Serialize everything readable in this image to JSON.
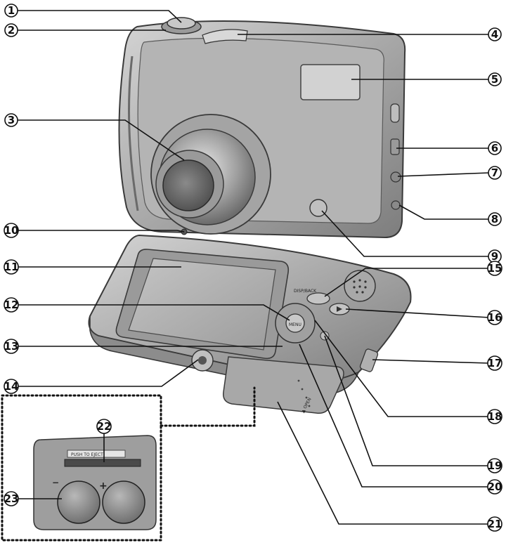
{
  "callouts": [
    {
      "id": "1",
      "label": "1"
    },
    {
      "id": "2",
      "label": "2"
    },
    {
      "id": "3",
      "label": "3"
    },
    {
      "id": "4",
      "label": "4"
    },
    {
      "id": "5",
      "label": "5"
    },
    {
      "id": "6",
      "label": "6"
    },
    {
      "id": "7",
      "label": "7"
    },
    {
      "id": "8",
      "label": "8"
    },
    {
      "id": "9",
      "label": "9"
    },
    {
      "id": "10",
      "label": "10"
    },
    {
      "id": "11",
      "label": "11"
    },
    {
      "id": "12",
      "label": "12"
    },
    {
      "id": "13",
      "label": "13"
    },
    {
      "id": "14",
      "label": "14"
    },
    {
      "id": "15",
      "label": "15"
    },
    {
      "id": "16",
      "label": "16"
    },
    {
      "id": "17",
      "label": "17"
    },
    {
      "id": "18",
      "label": "18"
    },
    {
      "id": "19",
      "label": "19"
    },
    {
      "id": "20",
      "label": "20"
    },
    {
      "id": "21",
      "label": "21"
    },
    {
      "id": "22",
      "label": "22"
    },
    {
      "id": "23",
      "label": "23"
    }
  ],
  "camera_text": {
    "disp_back": "DISP/BACK",
    "open": "▲ OPEN",
    "push_to_eject": "PUSH TO EJECT",
    "plus": "+",
    "minus": "−"
  }
}
